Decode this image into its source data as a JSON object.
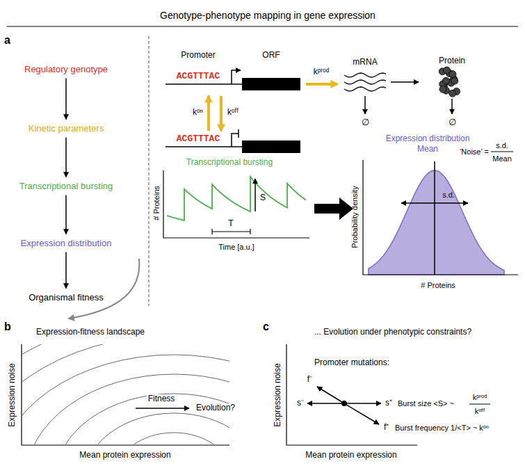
{
  "diagram": {
    "title": "Genotype-phenotype mapping in gene expression",
    "nodes": [
      {
        "text": [
          "Regulatory genotype"
        ]
      },
      {
        "text": [
          "Kinetic parameters"
        ]
      },
      {
        "text": [
          "Transcriptional bursting"
        ]
      },
      {
        "text": [
          "Expression distribution"
        ]
      },
      {
        "text": [
          "Organismal fitness"
        ]
      }
    ],
    "edges": [
      {
        "from": 0,
        "to": 1,
        "arrow": "to"
      },
      {
        "from": 1,
        "to": 2,
        "arrow": "to"
      },
      {
        "from": 2,
        "to": 3,
        "arrow": "to"
      },
      {
        "from": 3,
        "to": 4,
        "arrow": "to"
      }
    ],
    "labels": [
      "a",
      "Promoter",
      "ORF",
      "ACGTTTAC",
      "kᵖʳᵒᵈ",
      "mRNA",
      "Protein",
      "∅",
      "∅",
      "kᵒⁿ",
      "kᵒᶠᶠ",
      "ACGTTTAC",
      "Transcriptional bursting",
      "# Proteins",
      "Time [a.u.]",
      "S",
      "T",
      "Expression distribution",
      "Mean",
      "Probability density",
      "s.d.",
      "# Proteins",
      "‘Noise’ =",
      "s.d.",
      "Mean",
      "b",
      "Expression-fitness landscape",
      "Expression noise",
      "Mean protein expression",
      "Fitness",
      "Evolution?",
      "c",
      "... Evolution under phenotypic constraints?",
      "Expression noise",
      "Mean protein expression",
      "Promoter mutations:",
      "f⁻",
      "s⁻",
      "s⁺",
      "Burst size <S> ~",
      "kᵖʳᵒᵈ",
      "kᵒᶠᶠ",
      "f⁺",
      "Burst frequency 1/<T> ~ kᵒⁿ"
    ]
  }
}
